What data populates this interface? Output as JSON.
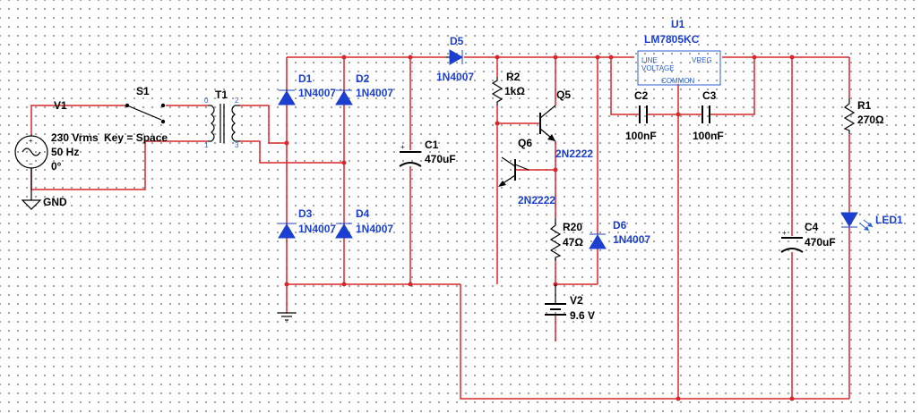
{
  "source": {
    "ref": "V1",
    "voltage": "230 Vrms",
    "freq": "50 Hz",
    "phase": "0°",
    "ground": "GND"
  },
  "switch": {
    "ref": "S1",
    "key": "Key = Space"
  },
  "transformer": {
    "ref": "T1",
    "pin0": "0",
    "pin1": "1",
    "pin2": "2",
    "pin3": "3"
  },
  "diodes": {
    "d1": {
      "ref": "D1",
      "part": "1N4007"
    },
    "d2": {
      "ref": "D2",
      "part": "1N4007"
    },
    "d3": {
      "ref": "D3",
      "part": "1N4007"
    },
    "d4": {
      "ref": "D4",
      "part": "1N4007"
    },
    "d5": {
      "ref": "D5",
      "part": "1N4007"
    },
    "d6": {
      "ref": "D6",
      "part": "1N4007"
    }
  },
  "capacitors": {
    "c1": {
      "ref": "C1",
      "value": "470uF"
    },
    "c2": {
      "ref": "C2",
      "value": "100nF"
    },
    "c3": {
      "ref": "C3",
      "value": "100nF"
    },
    "c4": {
      "ref": "C4",
      "value": "470uF"
    }
  },
  "resistors": {
    "r1": {
      "ref": "R1",
      "value": "270Ω"
    },
    "r2": {
      "ref": "R2",
      "value": "1kΩ"
    },
    "r20": {
      "ref": "R20",
      "value": "47Ω"
    }
  },
  "transistors": {
    "q5": {
      "ref": "Q5",
      "part": "2N2222"
    },
    "q6": {
      "ref": "Q6",
      "part": "2N2222"
    }
  },
  "regulator": {
    "ref": "U1",
    "part": "LM7805KC",
    "pin_line": "LINE",
    "pin_voltage": "VOLTAGE",
    "pin_vreg": "VREG",
    "pin_common": "COMMON"
  },
  "battery": {
    "ref": "V2",
    "value": "9.6 V"
  },
  "led": {
    "ref": "LED1"
  },
  "plus_sign": "+",
  "minus_sign": "−"
}
